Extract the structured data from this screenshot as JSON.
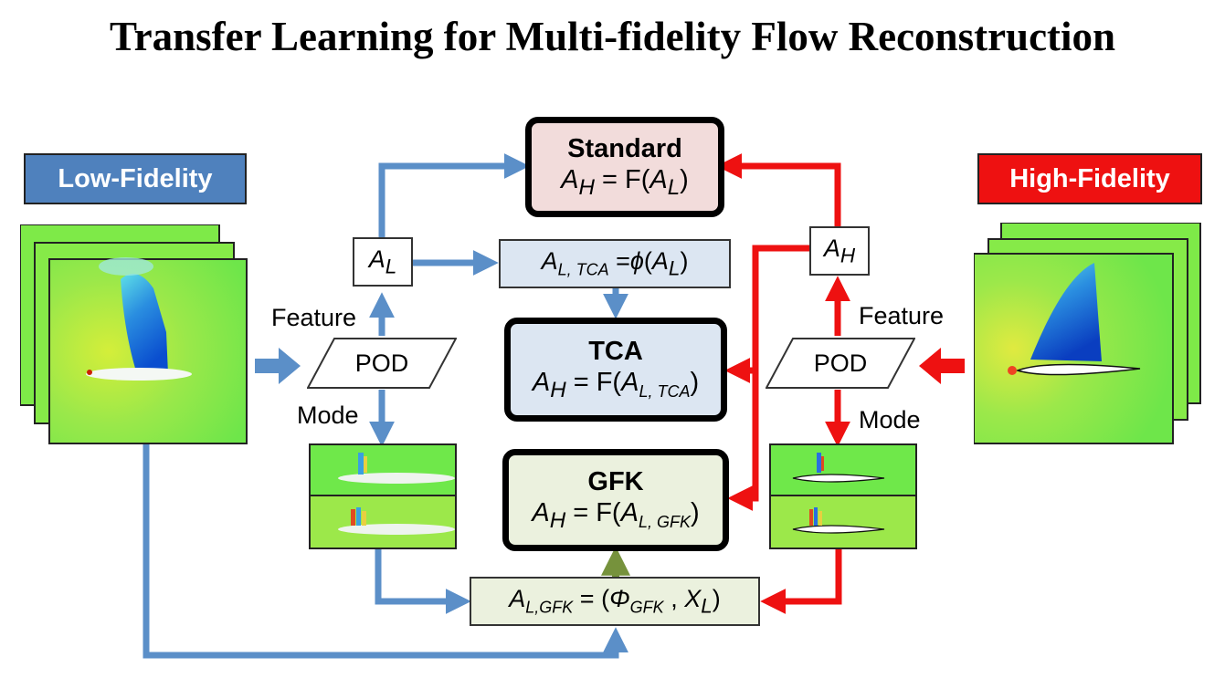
{
  "title": "Transfer Learning for Multi-fidelity Flow Reconstruction",
  "colors": {
    "low_fidelity": "#4f81bd",
    "high_fidelity": "#ee1111",
    "arrow_blue": "#5b8fc8",
    "arrow_red": "#ee1111",
    "arrow_green": "#76923c",
    "standard_fill": "#f2dcdb",
    "tca_fill": "#dce6f2",
    "gfk_fill": "#ebf1de"
  },
  "low_fidelity": {
    "label": "Low-Fidelity"
  },
  "high_fidelity": {
    "label": "High-Fidelity"
  },
  "left": {
    "feature_label": "Feature",
    "mode_label": "Mode",
    "pod_label": "POD",
    "a_l": {
      "base": "A",
      "sub": "L"
    }
  },
  "right": {
    "feature_label": "Feature",
    "mode_label": "Mode",
    "pod_label": "POD",
    "a_h": {
      "base": "A",
      "sub": "H"
    }
  },
  "standard": {
    "name": "Standard",
    "eq": {
      "lhs": "A",
      "lhs_sub": "H",
      "mid": " = F(",
      "arg": "A",
      "arg_sub": "L",
      "end": ")"
    }
  },
  "tca": {
    "name": "TCA",
    "eq": {
      "lhs": "A",
      "lhs_sub": "H",
      "mid": " = F(",
      "arg": "A",
      "arg_sub": "L, TCA",
      "end": ")"
    }
  },
  "gfk": {
    "name": "GFK",
    "eq": {
      "lhs": "A",
      "lhs_sub": "H",
      "mid": " = F(",
      "arg": "A",
      "arg_sub": "L, GFK",
      "end": ")"
    }
  },
  "tca_feature": {
    "lhs": "A",
    "lhs_sub": "L, TCA",
    "mid": " =",
    "phi": "ϕ",
    "open": "(",
    "arg": "A",
    "arg_sub": "L",
    "end": ")"
  },
  "gfk_feature": {
    "lhs": "A",
    "lhs_sub": "L,GFK",
    "mid": " = (",
    "phi": "Φ",
    "phi_sub": "GFK",
    "comma": " , ",
    "x": "X",
    "x_sub": "L",
    "end": ")"
  }
}
